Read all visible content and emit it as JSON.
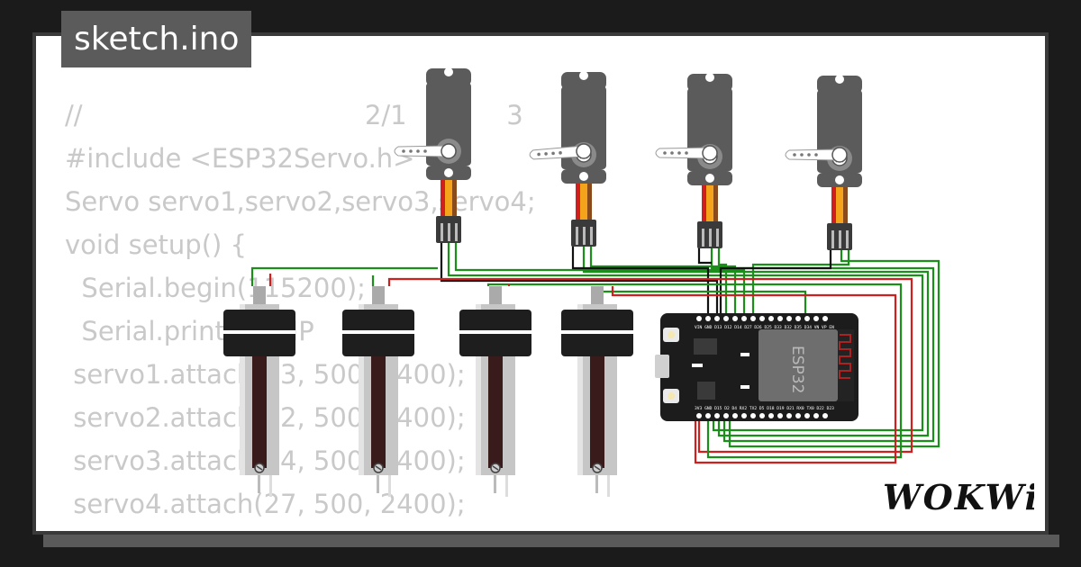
{
  "tab": {
    "filename": "sketch.ino"
  },
  "code_lines": [
    "//                                  2/1            3",
    "#include <ESP32Servo.h>",
    "Servo servo1,servo2,servo3,servo4;",
    "void setup() {",
    "  Serial.begin(115200);",
    "  Serial.println(\"INP",
    " servo1.attach(13, 500, 2400);",
    " servo2.attach(12, 500, 2400);",
    " servo3.attach(14, 500, 2400);",
    " servo4.attach(27, 500, 2400);",
    "}"
  ],
  "board": {
    "chip_label": "ESP32",
    "top_pins": "VIN GND D13 D12 D14 D27 D26 D25 D33 D32 D35 D34 VN VP EN",
    "bottom_pins": "3V3 GND D15 D2 D4 RX2 TX2 D5 D18 D19 D21 RX0 TX0 D22 D23"
  },
  "logo": {
    "text": "WOKWi"
  },
  "colors": {
    "background": "#1b1b1b",
    "code_text": "#c9c9c9",
    "wire_green": "#1a8f1a",
    "wire_red": "#d01f1f",
    "wire_black": "#111111",
    "board": "#1c1c1c",
    "servo_body": "#5b5b5b"
  }
}
